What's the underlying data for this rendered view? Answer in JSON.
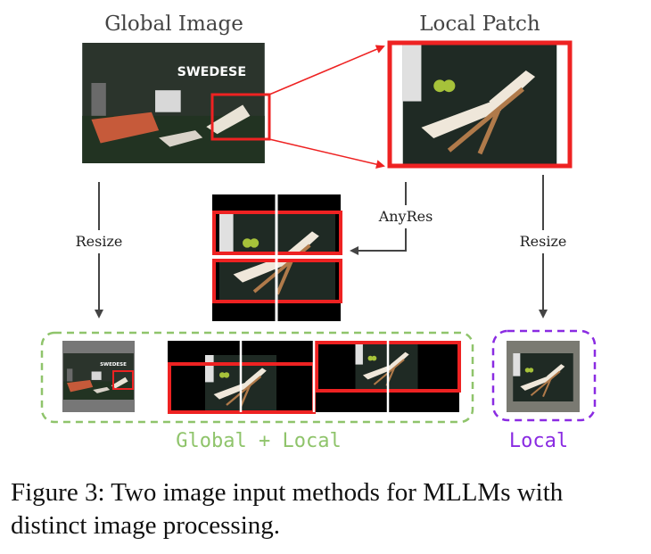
{
  "titles": {
    "global": "Global Image",
    "local": "Local Patch"
  },
  "labels": {
    "resize_left": "Resize",
    "resize_right": "Resize",
    "anyres": "AnyRes"
  },
  "groups": {
    "global_local": "Global + Local",
    "local": "Local"
  },
  "sign_text": "SWEDESE",
  "caption": "Figure 3: Two image input methods for MLLMs with distinct image processing.",
  "colors": {
    "red": "#ee2222",
    "green_group": "#8fc46b",
    "purple_group": "#8a2be2",
    "arrow": "#444444"
  }
}
